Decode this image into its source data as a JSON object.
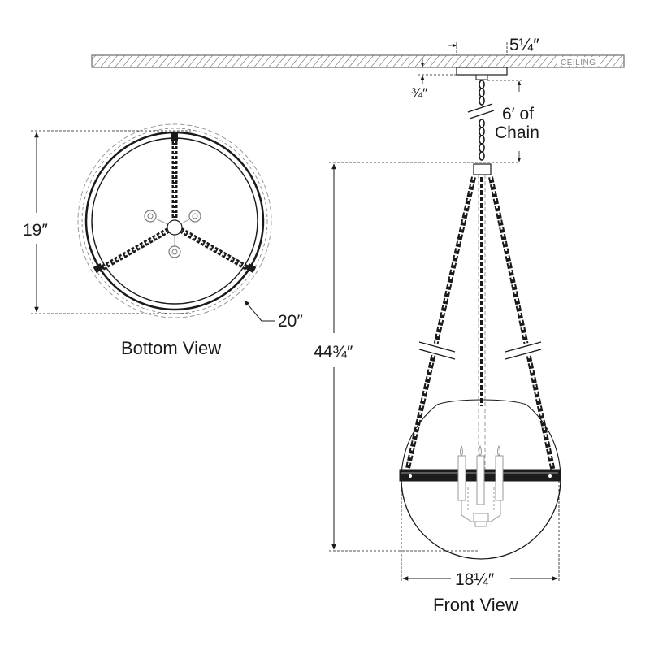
{
  "ceiling": {
    "label": "CEILING"
  },
  "dimensions": {
    "canopy_width": "5¼″",
    "canopy_height": "¾″",
    "chain_length_line1": "6′ of",
    "chain_length_line2": "Chain",
    "bottom_depth": "19″",
    "bottom_diameter": "20″",
    "overall_height": "44¾″",
    "front_width": "18¼″"
  },
  "views": {
    "bottom": "Bottom View",
    "front": "Front View"
  },
  "colors": {
    "line": "#1a1a1a",
    "ghost": "#9a9a9a",
    "band": "#1c1c1c"
  }
}
